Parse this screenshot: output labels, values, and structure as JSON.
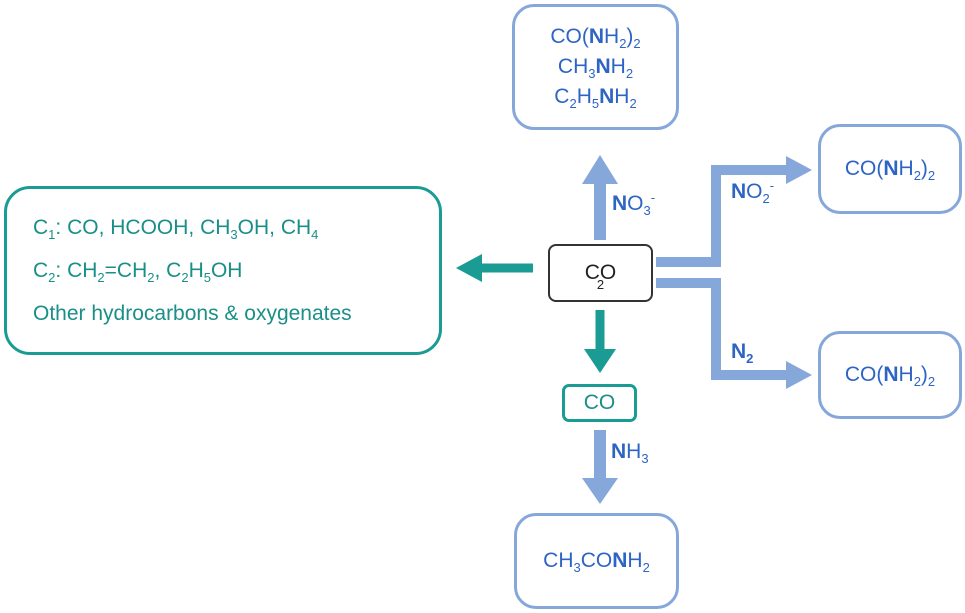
{
  "colors": {
    "blue_arrow": "#86a7da",
    "blue_text": "#2e64c4",
    "teal": "#1a9b93",
    "teal_text": "#1a8f88",
    "dark_border": "#333333"
  },
  "center": {
    "co2": [
      {
        "t": "CO"
      },
      {
        "t": "2",
        "sub": true
      }
    ]
  },
  "top_box": {
    "lines": [
      [
        {
          "t": "CO("
        },
        {
          "t": "N",
          "bold": true
        },
        {
          "t": "H"
        },
        {
          "t": "2",
          "sub": true
        },
        {
          "t": ")"
        },
        {
          "t": "2",
          "sub": true
        }
      ],
      [
        {
          "t": "CH"
        },
        {
          "t": "3",
          "sub": true
        },
        {
          "t": "N",
          "bold": true
        },
        {
          "t": "H"
        },
        {
          "t": "2",
          "sub": true
        }
      ],
      [
        {
          "t": "C"
        },
        {
          "t": "2",
          "sub": true
        },
        {
          "t": "H"
        },
        {
          "t": "5",
          "sub": true
        },
        {
          "t": "N",
          "bold": true
        },
        {
          "t": "H"
        },
        {
          "t": "2",
          "sub": true
        }
      ]
    ]
  },
  "right_top_box": {
    "lines": [
      [
        {
          "t": "CO("
        },
        {
          "t": "N",
          "bold": true
        },
        {
          "t": "H"
        },
        {
          "t": "2",
          "sub": true
        },
        {
          "t": ")"
        },
        {
          "t": "2",
          "sub": true
        }
      ]
    ]
  },
  "right_bottom_box": {
    "lines": [
      [
        {
          "t": "CO("
        },
        {
          "t": "N",
          "bold": true
        },
        {
          "t": "H"
        },
        {
          "t": "2",
          "sub": true
        },
        {
          "t": ")"
        },
        {
          "t": "2",
          "sub": true
        }
      ]
    ]
  },
  "left_box": {
    "lines": [
      [
        {
          "t": "C"
        },
        {
          "t": "1",
          "sub": true
        },
        {
          "t": ": CO, HCOOH, CH"
        },
        {
          "t": "3",
          "sub": true
        },
        {
          "t": "OH, CH"
        },
        {
          "t": "4",
          "sub": true
        }
      ],
      [
        {
          "t": "C"
        },
        {
          "t": "2",
          "sub": true
        },
        {
          "t": ": CH"
        },
        {
          "t": "2",
          "sub": true
        },
        {
          "t": "=CH"
        },
        {
          "t": "2",
          "sub": true
        },
        {
          "t": ", C"
        },
        {
          "t": "2",
          "sub": true
        },
        {
          "t": "H"
        },
        {
          "t": "5",
          "sub": true
        },
        {
          "t": "OH"
        }
      ],
      [
        {
          "t": "Other hydrocarbons & oxygenates"
        }
      ]
    ]
  },
  "co_box": {
    "lines": [
      [
        {
          "t": "CO"
        }
      ]
    ]
  },
  "bottom_box": {
    "lines": [
      [
        {
          "t": "CH"
        },
        {
          "t": "3",
          "sub": true
        },
        {
          "t": "CO"
        },
        {
          "t": "N",
          "bold": true
        },
        {
          "t": "H"
        },
        {
          "t": "2",
          "sub": true
        }
      ]
    ]
  },
  "labels": {
    "no3": [
      {
        "t": "N",
        "bold": true
      },
      {
        "t": "O"
      },
      {
        "t": "3",
        "sub": true
      },
      {
        "t": "-",
        "sup": true
      }
    ],
    "no2": [
      {
        "t": "N",
        "bold": true
      },
      {
        "t": "O"
      },
      {
        "t": "2",
        "sub": true
      },
      {
        "t": "-",
        "sup": true
      }
    ],
    "n2": [
      {
        "t": "N",
        "bold": true
      },
      {
        "t": "2",
        "sub": true,
        "bold": true
      }
    ],
    "nh3": [
      {
        "t": "N",
        "bold": true
      },
      {
        "t": "H"
      },
      {
        "t": "3",
        "sub": true
      }
    ]
  }
}
